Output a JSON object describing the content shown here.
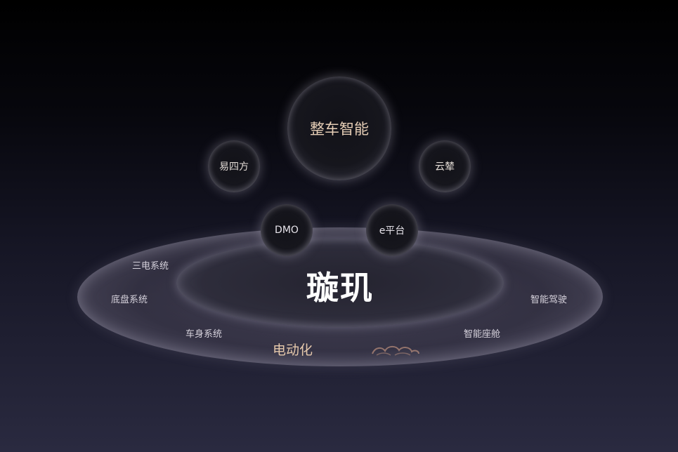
{
  "center_logo": "璇玑",
  "spheres": {
    "top": "整车智能",
    "left": "易四方",
    "right": "云辇",
    "inner_left": "DMO",
    "inner_right": "e平台"
  },
  "ring_labels": {
    "san_dian": "三电系统",
    "di_pan": "底盘系统",
    "che_shen": "车身系统",
    "zhi_neng_jia_shi": "智能驾驶",
    "zhi_neng_zuo_cang": "智能座舱"
  },
  "bottom_label": "电动化"
}
